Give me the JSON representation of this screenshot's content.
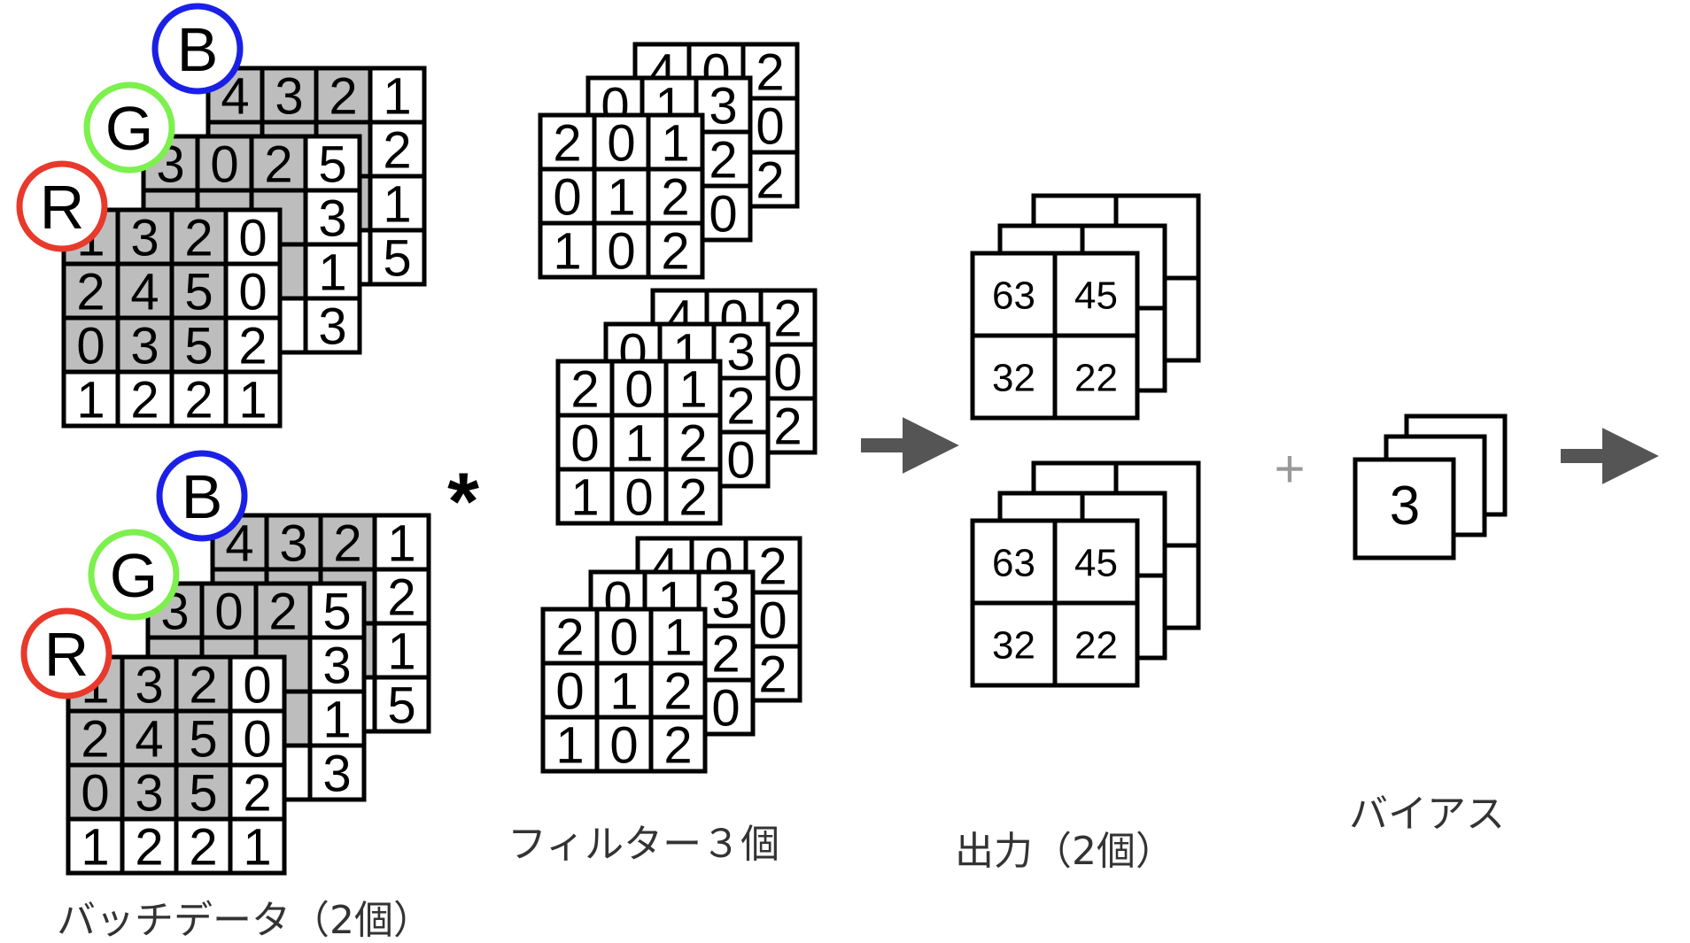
{
  "colors": {
    "r_ring": "#e8392b",
    "g_ring": "#7cf04c",
    "b_ring": "#1b20e6",
    "shaded": "#bdbdbd",
    "line": "#000000",
    "arrow": "#555555",
    "caption": "#333333"
  },
  "batch": {
    "caption": "バッチデータ（2個）",
    "channel_letters": [
      "R",
      "G",
      "B"
    ],
    "images": [
      {
        "r": [
          [
            "1",
            "3",
            "2",
            "0"
          ],
          [
            "2",
            "4",
            "5",
            "0"
          ],
          [
            "0",
            "3",
            "5",
            "2"
          ],
          [
            "1",
            "2",
            "2",
            "1"
          ]
        ],
        "g": [
          [
            "3",
            "0",
            "2",
            "5"
          ],
          [
            "",
            "",
            "",
            "3"
          ],
          [
            "",
            "",
            "",
            "1"
          ],
          [
            "",
            "",
            "",
            "3"
          ]
        ],
        "b": [
          [
            "4",
            "3",
            "2",
            "1"
          ],
          [
            "",
            "",
            "",
            "2"
          ],
          [
            "",
            "",
            "",
            "1"
          ],
          [
            "",
            "",
            "",
            "5"
          ]
        ]
      },
      {
        "r": [
          [
            "1",
            "3",
            "2",
            "0"
          ],
          [
            "2",
            "4",
            "5",
            "0"
          ],
          [
            "0",
            "3",
            "5",
            "2"
          ],
          [
            "1",
            "2",
            "2",
            "1"
          ]
        ],
        "g": [
          [
            "3",
            "0",
            "2",
            "5"
          ],
          [
            "",
            "",
            "",
            "3"
          ],
          [
            "",
            "",
            "",
            "1"
          ],
          [
            "",
            "",
            "",
            "3"
          ]
        ],
        "b": [
          [
            "4",
            "3",
            "2",
            "1"
          ],
          [
            "",
            "",
            "",
            "2"
          ],
          [
            "",
            "",
            "",
            "1"
          ],
          [
            "",
            "",
            "",
            "5"
          ]
        ]
      }
    ]
  },
  "operator": "*",
  "filters": {
    "caption": "フィルター３個",
    "items": [
      {
        "front": [
          [
            "2",
            "0",
            "1"
          ],
          [
            "0",
            "1",
            "2"
          ],
          [
            "1",
            "0",
            "2"
          ]
        ],
        "middle": [
          [
            "0",
            "1",
            "3"
          ],
          [
            "",
            "",
            "2"
          ],
          [
            "",
            "",
            "0"
          ]
        ],
        "back": [
          [
            "4",
            "0",
            "2"
          ],
          [
            "",
            "",
            "0"
          ],
          [
            "",
            "",
            "2"
          ]
        ]
      },
      {
        "front": [
          [
            "2",
            "0",
            "1"
          ],
          [
            "0",
            "1",
            "2"
          ],
          [
            "1",
            "0",
            "2"
          ]
        ],
        "middle": [
          [
            "0",
            "1",
            "3"
          ],
          [
            "",
            "",
            "2"
          ],
          [
            "",
            "",
            "0"
          ]
        ],
        "back": [
          [
            "4",
            "0",
            "2"
          ],
          [
            "",
            "",
            "0"
          ],
          [
            "",
            "",
            "2"
          ]
        ]
      },
      {
        "front": [
          [
            "2",
            "0",
            "1"
          ],
          [
            "0",
            "1",
            "2"
          ],
          [
            "1",
            "0",
            "2"
          ]
        ],
        "middle": [
          [
            "0",
            "1",
            "3"
          ],
          [
            "",
            "",
            "2"
          ],
          [
            "",
            "",
            "0"
          ]
        ],
        "back": [
          [
            "4",
            "0",
            "2"
          ],
          [
            "",
            "",
            "0"
          ],
          [
            "",
            "",
            "2"
          ]
        ]
      }
    ]
  },
  "output": {
    "caption": "出力（2個）",
    "items": [
      {
        "front": [
          [
            "63",
            "45"
          ],
          [
            "32",
            "22"
          ]
        ]
      },
      {
        "front": [
          [
            "63",
            "45"
          ],
          [
            "32",
            "22"
          ]
        ]
      }
    ]
  },
  "plus": "+",
  "bias": {
    "caption": "バイアス",
    "value": "3"
  }
}
